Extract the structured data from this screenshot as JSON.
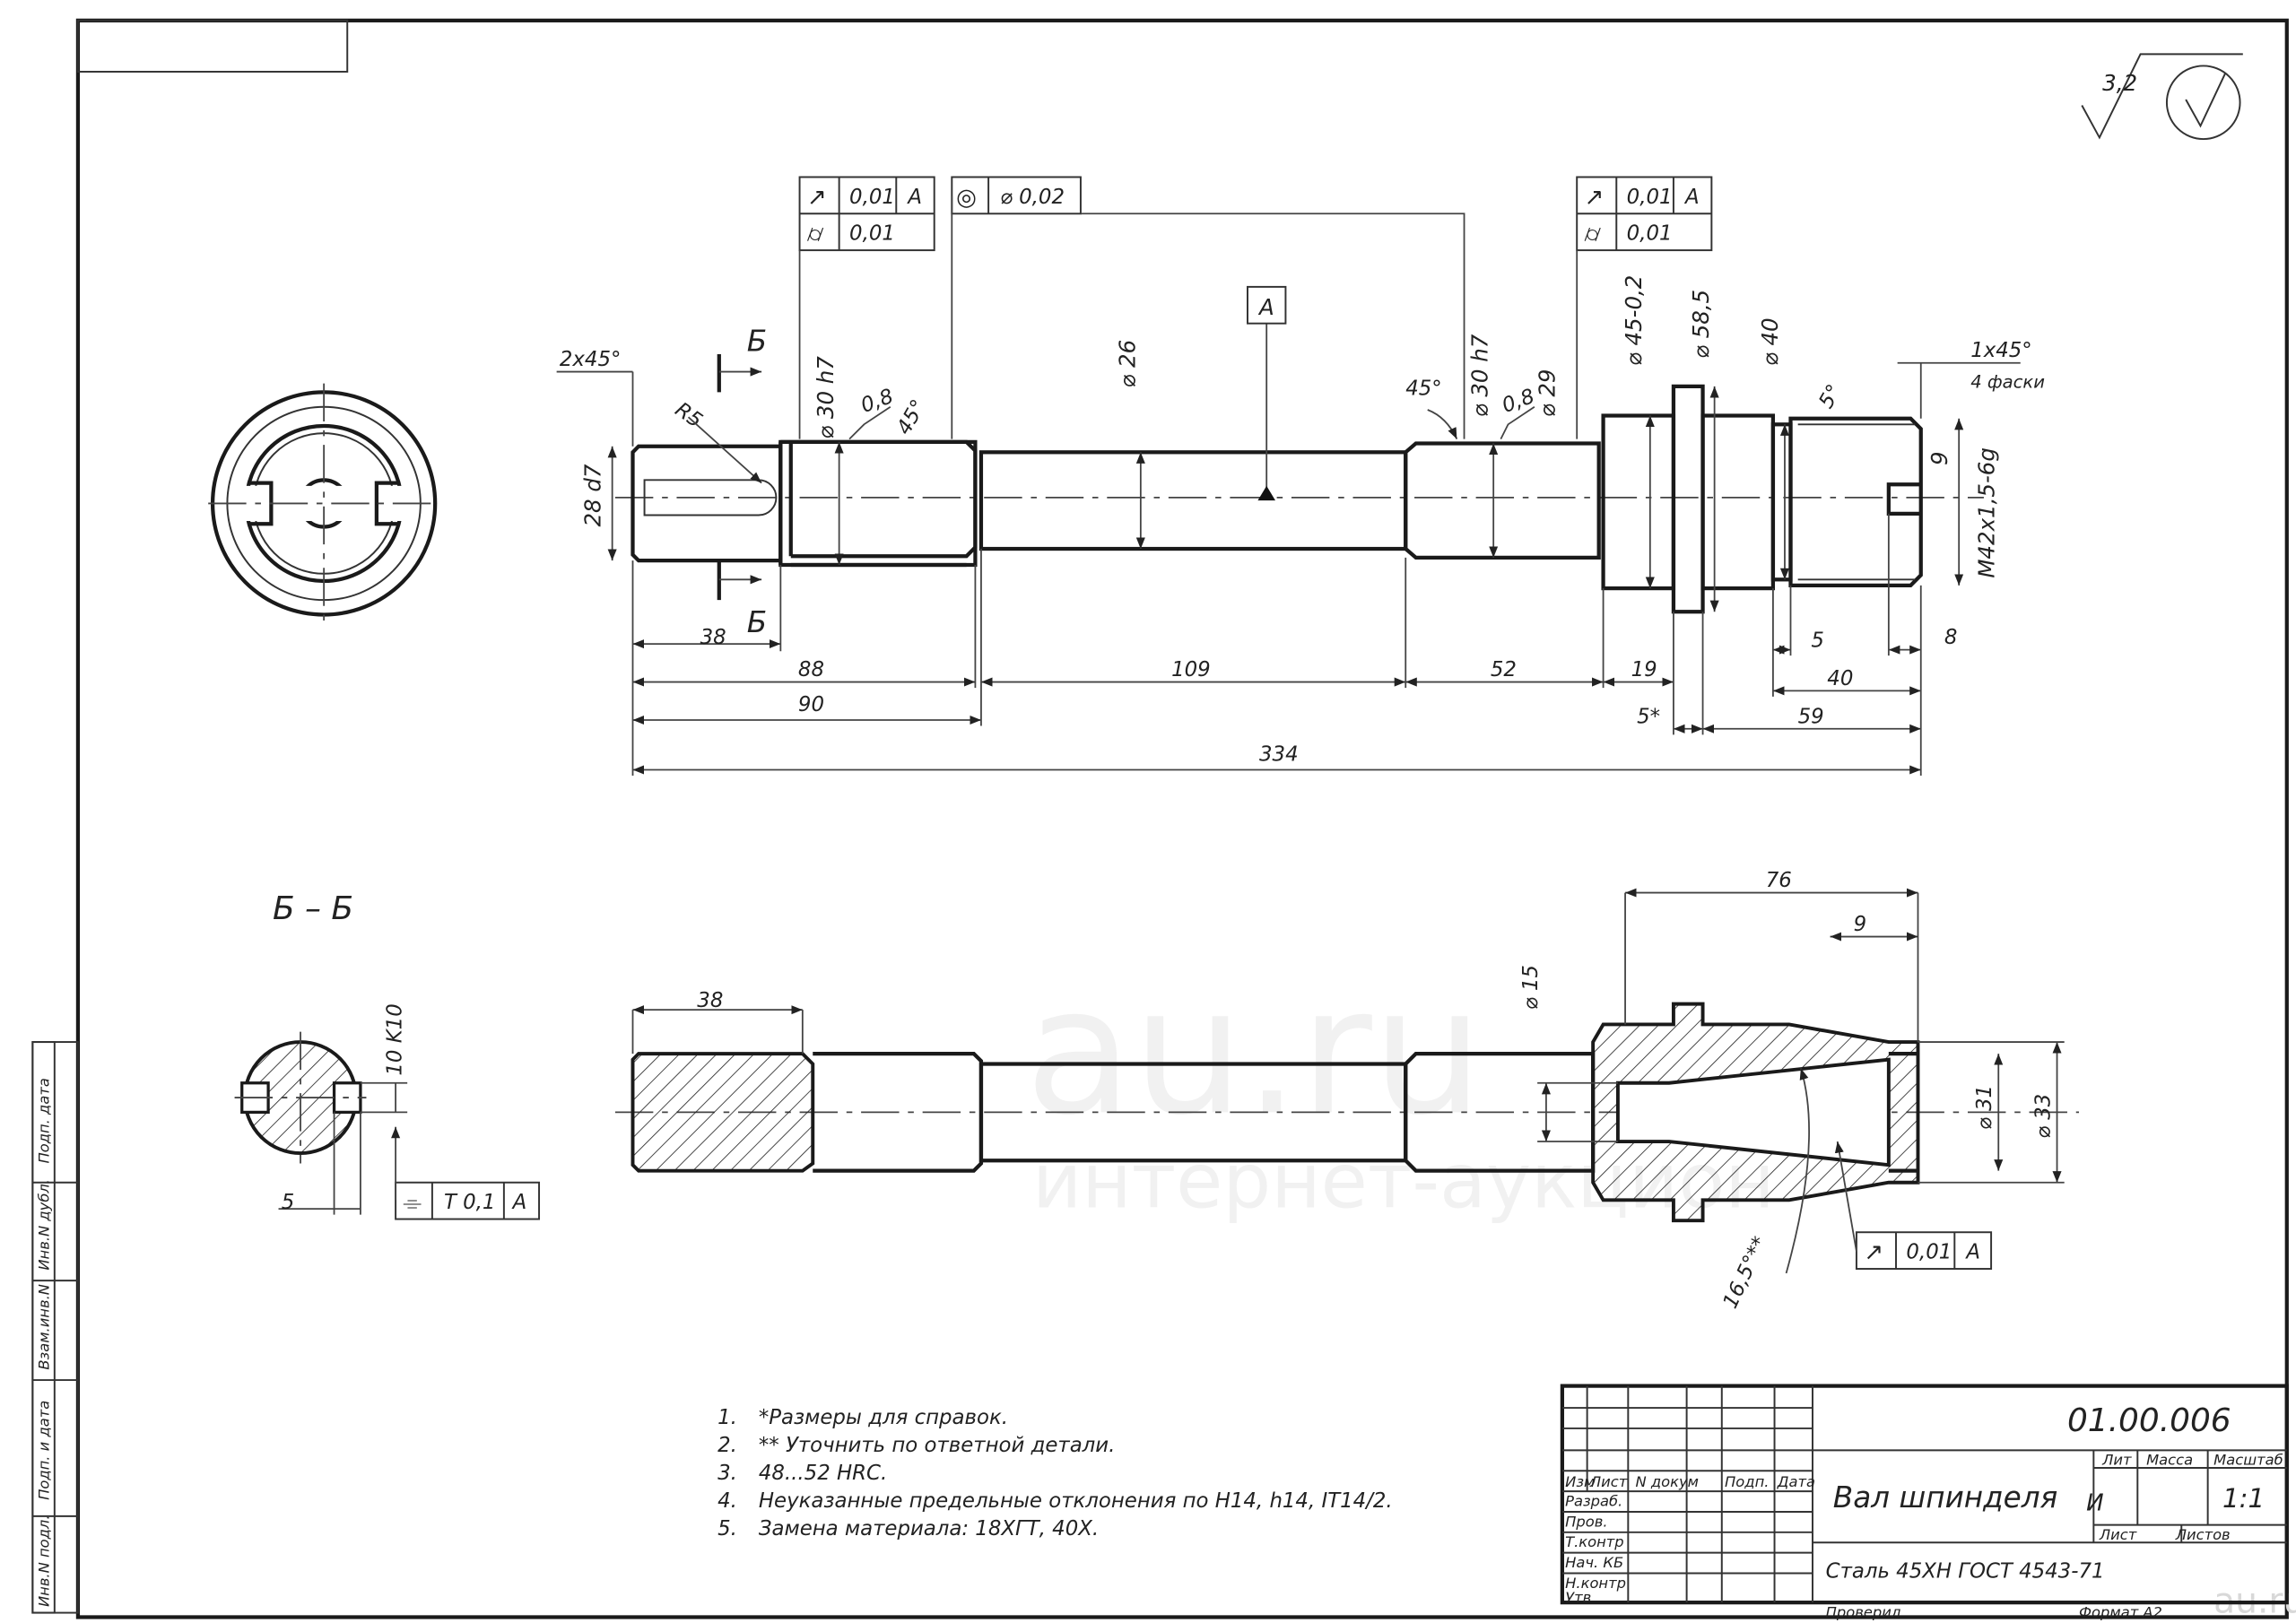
{
  "roughness": "3,2",
  "top_view": {
    "frames": [
      {
        "sym": "↗",
        "val": "0,01",
        "datum": "A"
      },
      {
        "sym": "⌭",
        "val": "0,01"
      },
      {
        "sym": "◎",
        "val": "⌀ 0,02"
      },
      {
        "sym": "↗",
        "val": "0,01",
        "datum": "A"
      },
      {
        "sym": "⌭",
        "val": "0,01"
      }
    ],
    "datum_label": "A",
    "section_mark": "Б",
    "dims": {
      "d28": "28 d7",
      "chamfer1": "2x45°",
      "r5": "R5",
      "d30a": "⌀ 30 h7",
      "ra1": "0,8",
      "a45a": "45°",
      "d26": "⌀ 26",
      "a45b": "45°",
      "d30b": "⌀ 30 h7",
      "ra2": "0,8",
      "d29": "⌀ 29",
      "d45": "⌀ 45-0,2",
      "d58": "⌀ 58,5",
      "d40": "⌀ 40",
      "a5": "5°",
      "chamfer2": "1x45°",
      "chamfer2_note": "4 фаски",
      "w9": "9",
      "thread": "M42x1,5-6g",
      "l38": "38",
      "l88": "88",
      "l109": "109",
      "l52": "52",
      "l19": "19",
      "l5": "5",
      "l8": "8",
      "l40": "40",
      "l90": "90",
      "l5s": "5*",
      "l59": "59",
      "l334": "334"
    }
  },
  "section": {
    "title": "Б – Б",
    "d10": "10 K10",
    "w5": "5",
    "frame": {
      "sym": "⌯",
      "val": "T 0,1",
      "datum": "A"
    }
  },
  "long_section": {
    "l38": "38",
    "l76": "76",
    "l9": "9",
    "d15": "⌀ 15",
    "d31": "⌀ 31",
    "d33": "⌀ 33",
    "angle": "16,5°**",
    "frame": {
      "sym": "↗",
      "val": "0,01",
      "datum": "A"
    }
  },
  "notes": [
    {
      "n": "1.",
      "text": "*Размеры для справок."
    },
    {
      "n": "2.",
      "text": "** Уточнить по ответной детали."
    },
    {
      "n": "3.",
      "text": "48...52 HRC."
    },
    {
      "n": "4.",
      "text": "Неуказанные предельные отклонения по H14, h14, IT14/2."
    },
    {
      "n": "5.",
      "text": "Замена материала: 18ХГТ, 40Х."
    }
  ],
  "title_block": {
    "code": "01.00.006",
    "name": "Вал шпинделя",
    "material": "Сталь 45ХН ГОСТ 4543-71",
    "hdr_izm": "Изм",
    "hdr_list": "Лист",
    "hdr_doc": "N докум",
    "hdr_sign": "Подп.",
    "hdr_date": "Дата",
    "rows": [
      "Разраб.",
      "Пров.",
      "Т.контр",
      "Нач. КБ",
      "Н.контр",
      "Утв"
    ],
    "lit_label": "Лит",
    "mass_label": "Масса",
    "scale_label": "Масштаб",
    "lit": "И",
    "scale": "1:1",
    "sheet_label": "Лист",
    "sheets_label": "Листов",
    "checked": "Проверил",
    "format": "Формат А2"
  },
  "side_stamps": [
    "Подп. дата",
    "Инв.N дубл.",
    "Взам.инв.N",
    "Подп. и дата",
    "Инв.N подл."
  ],
  "watermark": {
    "logo": "au.ru",
    "sub": "интернет-аукцион",
    "corner": "au.ru"
  }
}
